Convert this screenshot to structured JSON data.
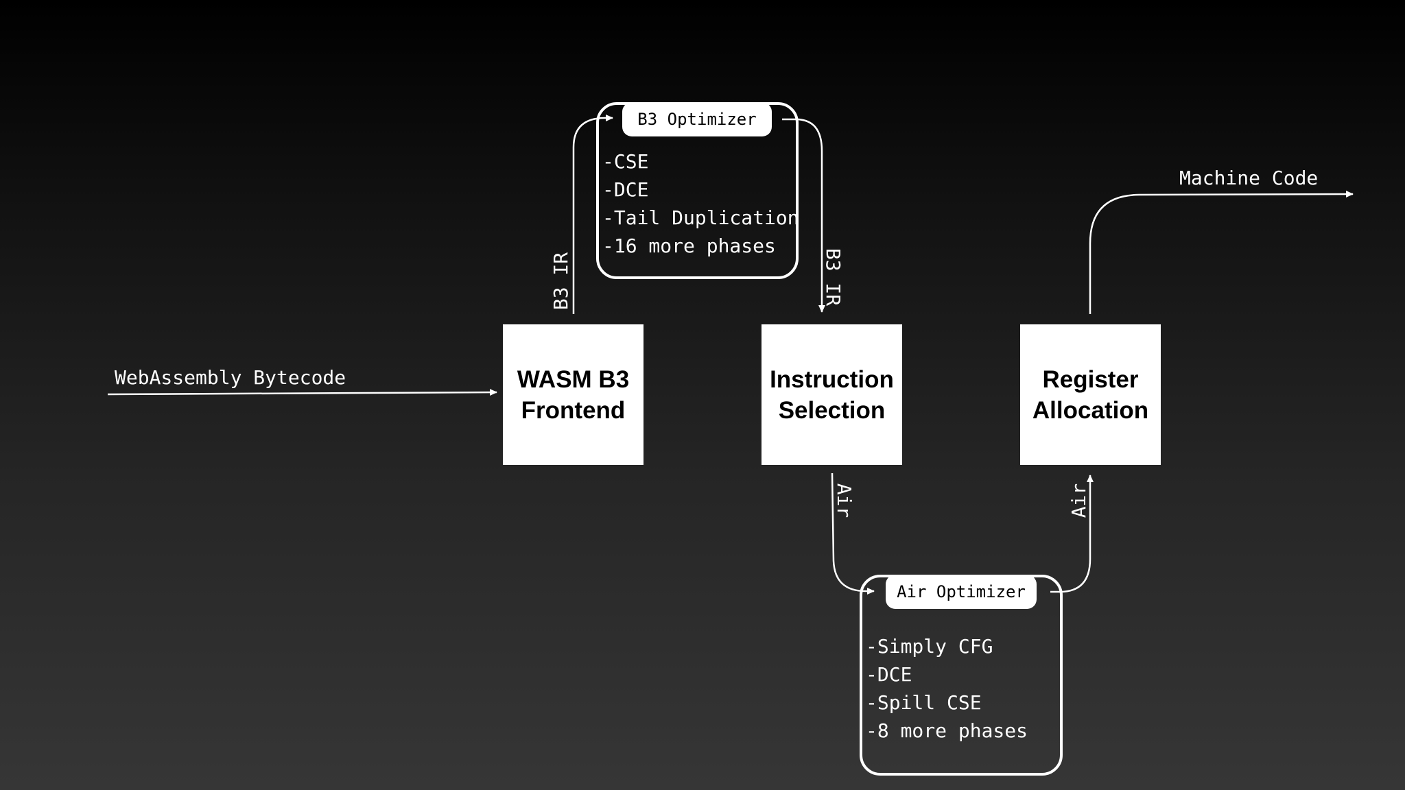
{
  "inputs": {
    "bytecode": "WebAssembly Bytecode"
  },
  "stages": {
    "frontend": {
      "line1": "WASM B3",
      "line2": "Frontend"
    },
    "isel": {
      "line1": "Instruction",
      "line2": "Selection"
    },
    "regalloc": {
      "line1": "Register",
      "line2": "Allocation"
    }
  },
  "b3_optimizer": {
    "title": "B3 Optimizer",
    "items": [
      "-CSE",
      "-DCE",
      "-Tail Duplication",
      "-16 more phases"
    ]
  },
  "air_optimizer": {
    "title": "Air Optimizer",
    "items": [
      "-Simply CFG",
      "-DCE",
      "-Spill CSE",
      "-8 more phases"
    ]
  },
  "edges": {
    "b3_ir_up": "B3 IR",
    "b3_ir_down": "B3 IR",
    "air_down": "Air",
    "air_up": "Air",
    "output": "Machine Code"
  }
}
